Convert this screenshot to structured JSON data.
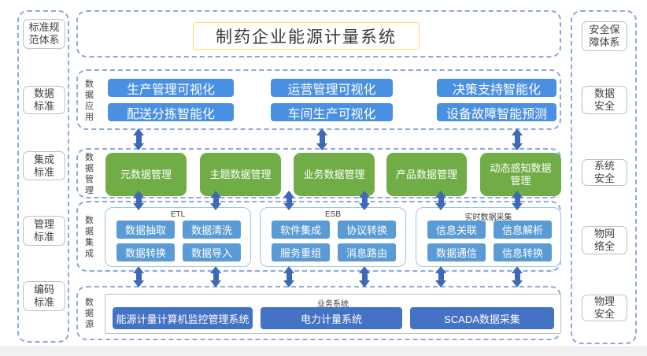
{
  "title": "制药企业能源计量系统",
  "left_panel": {
    "header": "标准规\n范体系",
    "items": [
      "数据\n标准",
      "集成\n标准",
      "管理\n标准",
      "编码\n标准"
    ]
  },
  "right_panel": {
    "header": "安全保\n障体系",
    "items": [
      "数据\n安全",
      "系统\n安全",
      "物网\n络全",
      "物理\n安全"
    ]
  },
  "rows": {
    "app": {
      "label": "数据应用",
      "boxes": [
        "生产管理可视化",
        "配送分拣智能化",
        "运营管理可视化",
        "车间生产可视化",
        "决策支持智能化",
        "设备故障智能预测"
      ]
    },
    "mgmt": {
      "label": "数据管理",
      "boxes": [
        "元数据管理",
        "主题数据管理",
        "业务数据管理",
        "产品数据管理",
        "动态感知数据管理"
      ]
    },
    "integration": {
      "label": "数据集成",
      "groups": [
        {
          "label": "ETL",
          "boxes": [
            "数据抽取",
            "数据清洗",
            "数据转换",
            "数据导入"
          ]
        },
        {
          "label": "ESB",
          "boxes": [
            "软件集成",
            "协议转换",
            "服务重组",
            "消息路由"
          ]
        },
        {
          "label": "实时数据采集",
          "boxes": [
            "信息关联",
            "信息解析",
            "数据通信",
            "信息转换"
          ]
        }
      ]
    },
    "source": {
      "label": "数据源",
      "group_label": "业务系统",
      "boxes": [
        "能源计量计算机监控管理系统",
        "电力计量系统",
        "SCADA数据采集"
      ]
    }
  },
  "colors": {
    "app_blue": "#4A90E2",
    "integration_blue": "#5B9BD5",
    "mgmt_green": "#70AD47",
    "source_blue": "#4472C4",
    "arrow_blue": "#3E68B8",
    "dashed_border": "#8FA8DC",
    "title_border": "#FFD966"
  }
}
